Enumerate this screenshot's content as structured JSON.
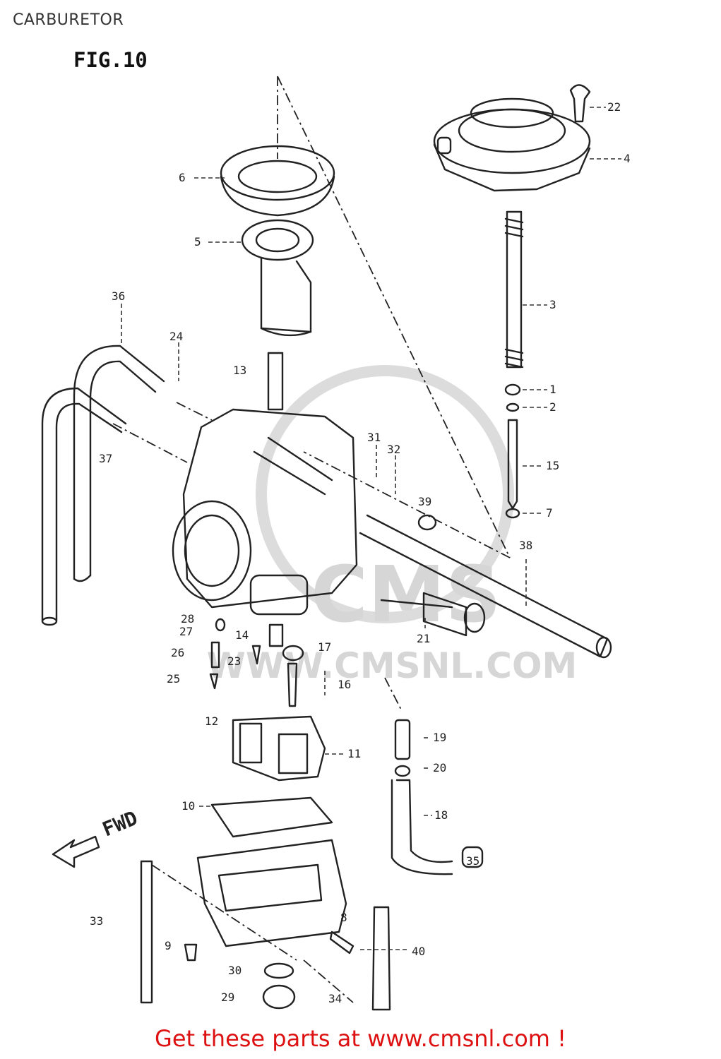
{
  "page": {
    "title": "CARBURETOR",
    "figure": "FIG.10",
    "direction_label": "FWD",
    "watermark": {
      "brand": "CMS",
      "url": "WWW.CMSNL.COM"
    },
    "promo": "Get these parts at www.cmsnl.com !",
    "promo_color": "#dd1111"
  },
  "callouts": [
    {
      "id": "22",
      "label": "22"
    },
    {
      "id": "4",
      "label": "4"
    },
    {
      "id": "6",
      "label": "6"
    },
    {
      "id": "5",
      "label": "5"
    },
    {
      "id": "3",
      "label": "3"
    },
    {
      "id": "36",
      "label": "36"
    },
    {
      "id": "24",
      "label": "24"
    },
    {
      "id": "13",
      "label": "13"
    },
    {
      "id": "1",
      "label": "1"
    },
    {
      "id": "2",
      "label": "2"
    },
    {
      "id": "37",
      "label": "37"
    },
    {
      "id": "31",
      "label": "31"
    },
    {
      "id": "32",
      "label": "32"
    },
    {
      "id": "15",
      "label": "15"
    },
    {
      "id": "7",
      "label": "7"
    },
    {
      "id": "39",
      "label": "39"
    },
    {
      "id": "38",
      "label": "38"
    },
    {
      "id": "21",
      "label": "21"
    },
    {
      "id": "28",
      "label": "28"
    },
    {
      "id": "27",
      "label": "27"
    },
    {
      "id": "14",
      "label": "14"
    },
    {
      "id": "26",
      "label": "26"
    },
    {
      "id": "23",
      "label": "23"
    },
    {
      "id": "17",
      "label": "17"
    },
    {
      "id": "25",
      "label": "25"
    },
    {
      "id": "16",
      "label": "16"
    },
    {
      "id": "12",
      "label": "12"
    },
    {
      "id": "19",
      "label": "19"
    },
    {
      "id": "11",
      "label": "11"
    },
    {
      "id": "20",
      "label": "20"
    },
    {
      "id": "10",
      "label": "10"
    },
    {
      "id": "18",
      "label": "18"
    },
    {
      "id": "35",
      "label": "35"
    },
    {
      "id": "33",
      "label": "33"
    },
    {
      "id": "8",
      "label": "8"
    },
    {
      "id": "9",
      "label": "9"
    },
    {
      "id": "40",
      "label": "40"
    },
    {
      "id": "30",
      "label": "30"
    },
    {
      "id": "29",
      "label": "29"
    },
    {
      "id": "34",
      "label": "34"
    }
  ]
}
